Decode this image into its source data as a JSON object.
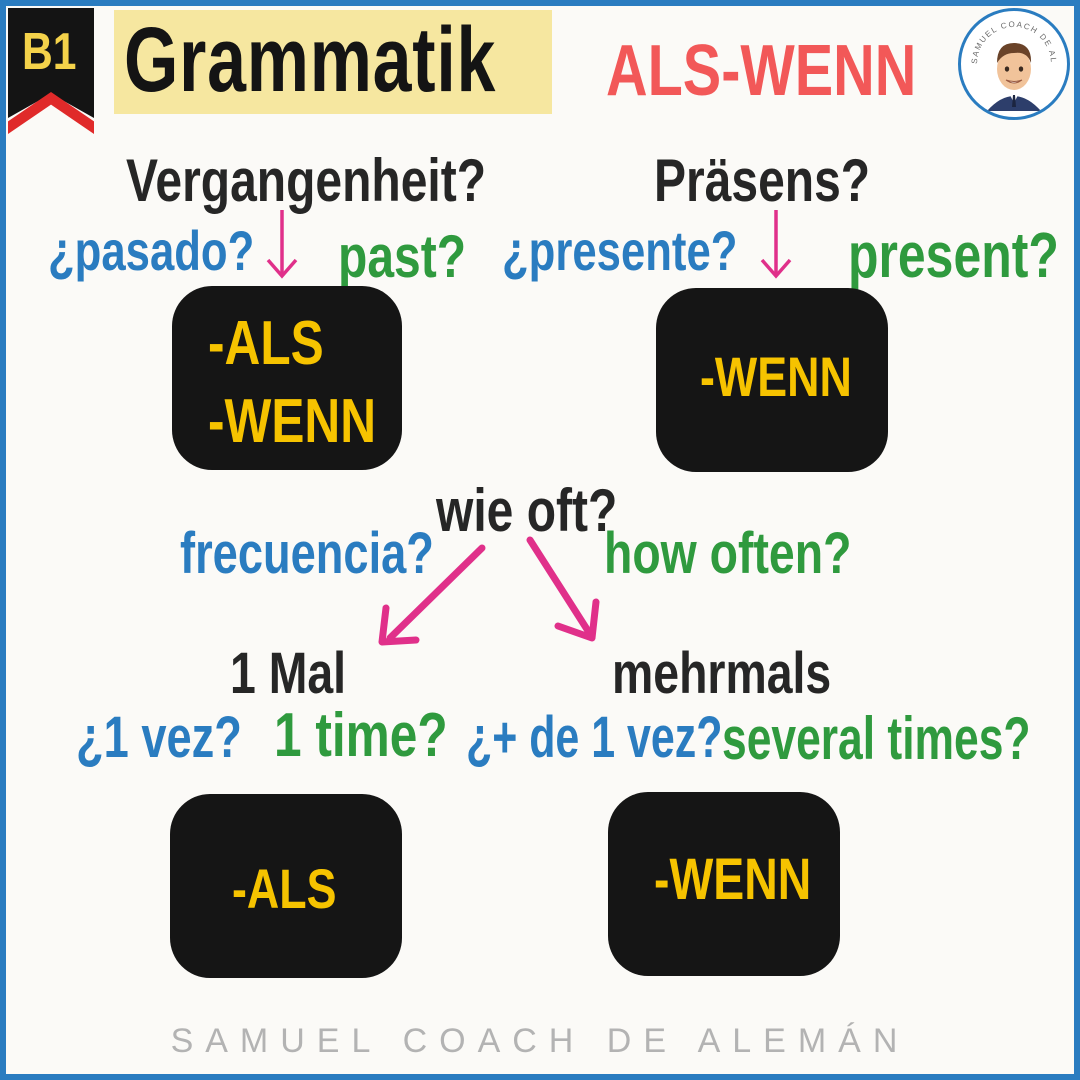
{
  "header": {
    "level": "B1",
    "title": "Grammatik",
    "topic": "ALS-WENN"
  },
  "logo": {
    "icon": "avatar-icon",
    "text": "SAMUEL COACH DE ALEMÁN"
  },
  "past_section": {
    "question": "Vergangenheit?",
    "spanish": "¿pasado?",
    "english": "past?",
    "answer_line1": "-ALS",
    "answer_line2": "-WENN"
  },
  "present_section": {
    "question": "Präsens?",
    "spanish": "¿presente?",
    "english": "present?",
    "answer": "-WENN"
  },
  "frequency_section": {
    "question": "wie oft?",
    "spanish": "frecuencia?",
    "english": "how often?"
  },
  "once_section": {
    "label": "1 Mal",
    "spanish": "¿1 vez?",
    "english": "1 time?",
    "answer": "-ALS"
  },
  "several_section": {
    "label": "mehrmals",
    "spanish": "¿+ de 1 vez?",
    "english": "several times?",
    "answer": "-WENN"
  },
  "footer": {
    "text": "SAMUEL COACH DE ALEMÁN"
  },
  "colors": {
    "border": "#2a7cc0",
    "highlight": "#f6e7a0",
    "topic": "#f25858",
    "answer": "#f6c300",
    "spanish": "#2a7cc0",
    "english": "#2f9a3e",
    "arrow": "#e0308a"
  }
}
